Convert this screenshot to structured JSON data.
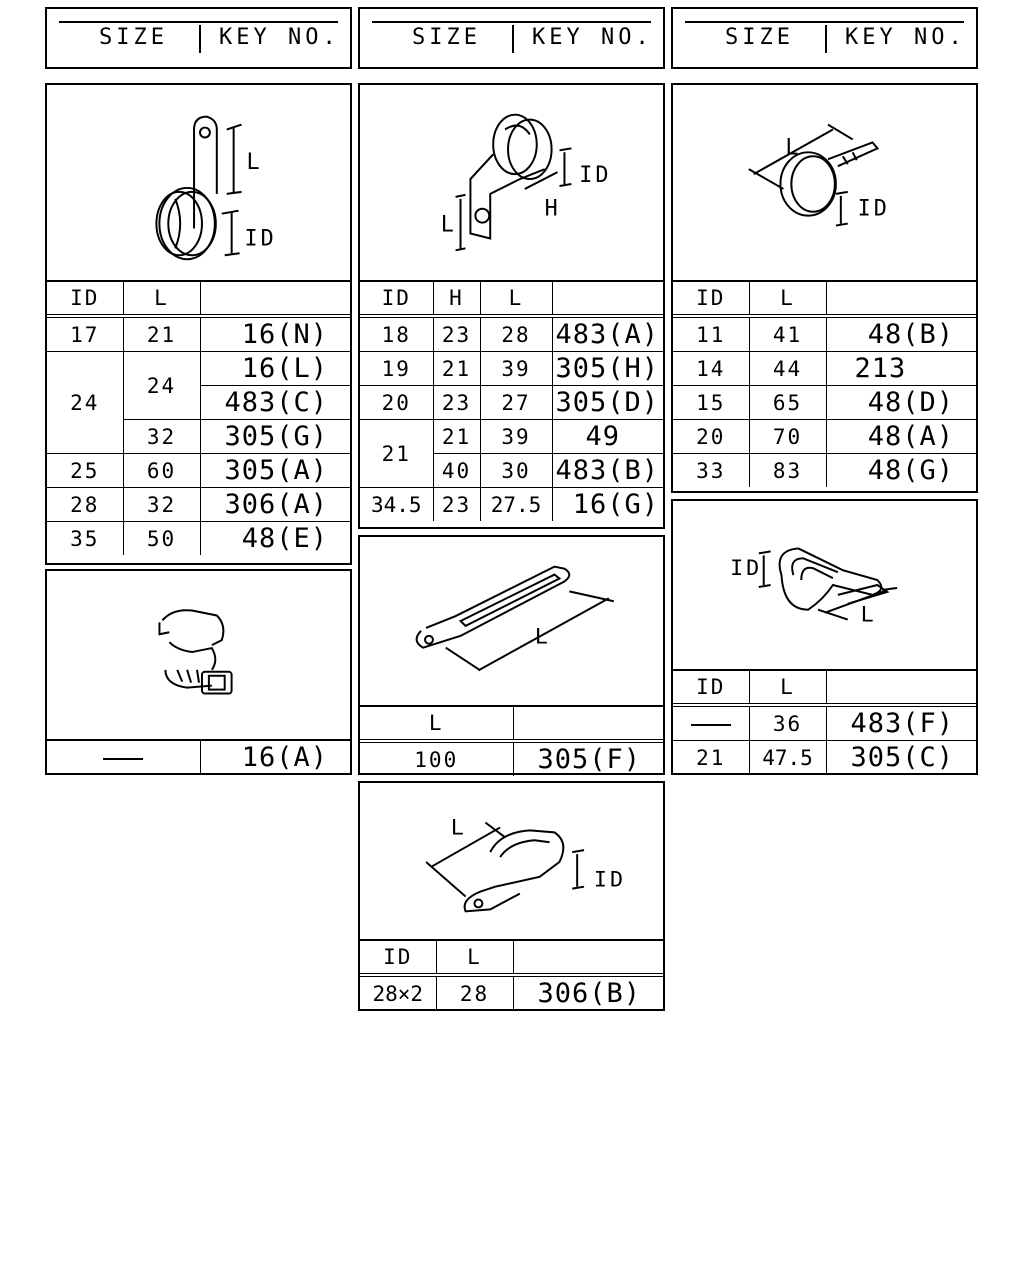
{
  "header": {
    "size": "SIZE",
    "key": "KEY NO."
  },
  "col1": {
    "fig1": {
      "label_l": "L",
      "label_id": "ID"
    },
    "table1": {
      "headers": [
        "ID",
        "L",
        ""
      ],
      "rows": [
        {
          "id": "17",
          "l": "21",
          "key": "16(N)"
        },
        {
          "id": "24",
          "l": "24",
          "key": "16(L)"
        },
        {
          "key": "483(C)"
        },
        {
          "l": "32",
          "key": "305(G)"
        },
        {
          "id": "25",
          "l": "60",
          "key": "305(A)"
        },
        {
          "id": "28",
          "l": "32",
          "key": "306(A)"
        },
        {
          "id": "35",
          "l": "50",
          "key": "48(E)"
        }
      ]
    },
    "table2": {
      "key": "16(A)"
    }
  },
  "col2": {
    "fig1": {
      "label_l": "L",
      "label_h": "H",
      "label_id": "ID"
    },
    "table1": {
      "headers": [
        "ID",
        "H",
        "L",
        ""
      ],
      "rows": [
        {
          "id": "18",
          "h": "23",
          "l": "28",
          "key": "483(A)"
        },
        {
          "id": "19",
          "h": "21",
          "l": "39",
          "key": "305(H)"
        },
        {
          "id": "20",
          "h": "23",
          "l": "27",
          "key": "305(D)"
        },
        {
          "id": "21",
          "h": "21",
          "l": "39",
          "key": "49"
        },
        {
          "h": "40",
          "l": "30",
          "key": "483(B)"
        },
        {
          "id": "34.5",
          "h": "23",
          "l": "27.5",
          "key": "16(G)"
        }
      ]
    },
    "fig2": {
      "label_l": "L"
    },
    "table2": {
      "headers": [
        "L",
        ""
      ],
      "rows": [
        {
          "l": "100",
          "key": "305(F)"
        }
      ]
    },
    "fig3": {
      "label_l": "L",
      "label_id": "ID"
    },
    "table3": {
      "headers": [
        "ID",
        "L",
        ""
      ],
      "rows": [
        {
          "id": "28×2",
          "l": "28",
          "key": "306(B)"
        }
      ]
    }
  },
  "col3": {
    "fig1": {
      "label_l": "L",
      "label_id": "ID"
    },
    "table1": {
      "headers": [
        "ID",
        "L",
        ""
      ],
      "rows": [
        {
          "id": "11",
          "l": "41",
          "key": "48(B)"
        },
        {
          "id": "14",
          "l": "44",
          "key": "213"
        },
        {
          "id": "15",
          "l": "65",
          "key": "48(D)"
        },
        {
          "id": "20",
          "l": "70",
          "key": "48(A)"
        },
        {
          "id": "33",
          "l": "83",
          "key": "48(G)"
        }
      ]
    },
    "fig2": {
      "label_l": "L",
      "label_id": "ID"
    },
    "table2": {
      "headers": [
        "ID",
        "L",
        ""
      ],
      "rows": [
        {
          "l": "36",
          "key": "483(F)"
        },
        {
          "id": "21",
          "l": "47.5",
          "key": "305(C)"
        }
      ]
    }
  }
}
